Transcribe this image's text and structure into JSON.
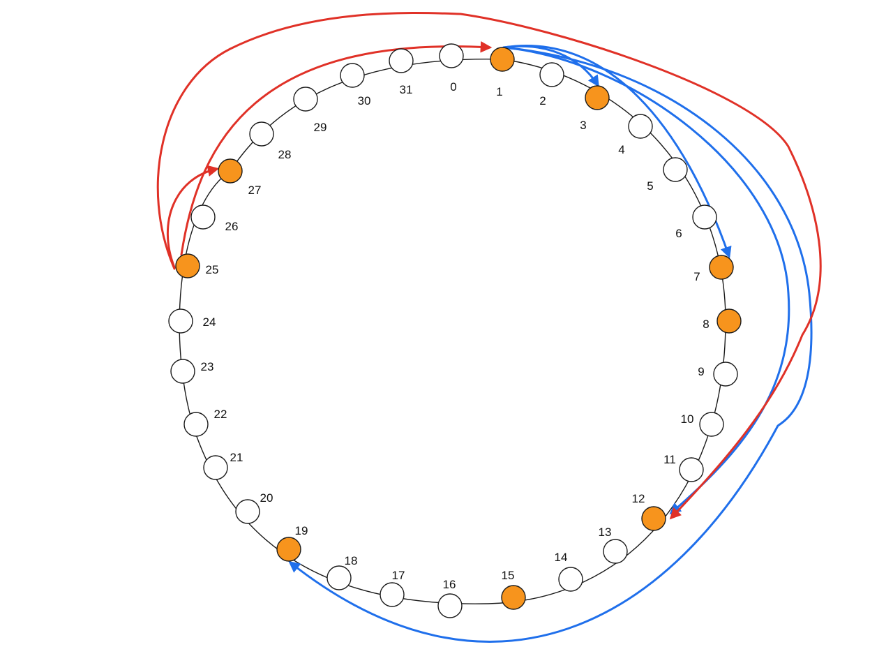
{
  "diagram": {
    "node_count": 32,
    "colors": {
      "highlighted_fill": "#F7941D",
      "plain_fill": "#FFFFFF",
      "outline": "#1A1A1A",
      "red_arrow": "#E03127",
      "blue_arrow": "#1F6FEB"
    },
    "nodes": [
      {
        "id": 0,
        "label": "0",
        "highlighted": false
      },
      {
        "id": 1,
        "label": "1",
        "highlighted": true
      },
      {
        "id": 2,
        "label": "2",
        "highlighted": false
      },
      {
        "id": 3,
        "label": "3",
        "highlighted": true
      },
      {
        "id": 4,
        "label": "4",
        "highlighted": false
      },
      {
        "id": 5,
        "label": "5",
        "highlighted": false
      },
      {
        "id": 6,
        "label": "6",
        "highlighted": false
      },
      {
        "id": 7,
        "label": "7",
        "highlighted": true
      },
      {
        "id": 8,
        "label": "8",
        "highlighted": true
      },
      {
        "id": 9,
        "label": "9",
        "highlighted": false
      },
      {
        "id": 10,
        "label": "10",
        "highlighted": false
      },
      {
        "id": 11,
        "label": "11",
        "highlighted": false
      },
      {
        "id": 12,
        "label": "12",
        "highlighted": true
      },
      {
        "id": 13,
        "label": "13",
        "highlighted": false
      },
      {
        "id": 14,
        "label": "14",
        "highlighted": false
      },
      {
        "id": 15,
        "label": "15",
        "highlighted": true
      },
      {
        "id": 16,
        "label": "16",
        "highlighted": false
      },
      {
        "id": 17,
        "label": "17",
        "highlighted": false
      },
      {
        "id": 18,
        "label": "18",
        "highlighted": false
      },
      {
        "id": 19,
        "label": "19",
        "highlighted": true
      },
      {
        "id": 20,
        "label": "20",
        "highlighted": false
      },
      {
        "id": 21,
        "label": "21",
        "highlighted": false
      },
      {
        "id": 22,
        "label": "22",
        "highlighted": false
      },
      {
        "id": 23,
        "label": "23",
        "highlighted": false
      },
      {
        "id": 24,
        "label": "24",
        "highlighted": false
      },
      {
        "id": 25,
        "label": "25",
        "highlighted": true
      },
      {
        "id": 26,
        "label": "26",
        "highlighted": false
      },
      {
        "id": 27,
        "label": "27",
        "highlighted": true
      },
      {
        "id": 28,
        "label": "28",
        "highlighted": false
      },
      {
        "id": 29,
        "label": "29",
        "highlighted": false
      },
      {
        "id": 30,
        "label": "30",
        "highlighted": false
      },
      {
        "id": 31,
        "label": "31",
        "highlighted": false
      }
    ],
    "edges": [
      {
        "from": 1,
        "to": 3,
        "color": "blue"
      },
      {
        "from": 1,
        "to": 7,
        "color": "blue"
      },
      {
        "from": 1,
        "to": 12,
        "color": "blue"
      },
      {
        "from": 1,
        "to": 19,
        "color": "blue"
      },
      {
        "from": 25,
        "to": 27,
        "color": "red"
      },
      {
        "from": 25,
        "to": 1,
        "color": "red"
      },
      {
        "from": 25,
        "to": 12,
        "color": "red"
      }
    ]
  }
}
